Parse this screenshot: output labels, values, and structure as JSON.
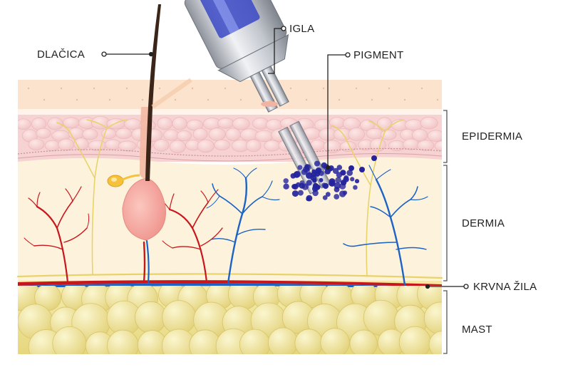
{
  "labels": {
    "hair": "DLAČICA",
    "needle": "IGLA",
    "pigment": "PIGMENT",
    "epidermis": "EPIDERMIA",
    "dermis": "DERMIA",
    "blood_vessel": "KRVNA ŽILA",
    "fat": "MAST"
  },
  "colors": {
    "outer_skin": "#fbe3cd",
    "epidermis": "#f6d2d3",
    "dermis": "#fdf3dc",
    "fat": "#efe399",
    "fat_cell": "#f2e9a6",
    "artery": "#c8161d",
    "vein": "#1d63c6",
    "nerve": "#e8d36a",
    "pigment": "#24239d",
    "hair": "#3b2418",
    "follicle": "#f4a39c",
    "needle_metal": "#c9ccd3",
    "bracket": "#555555"
  }
}
